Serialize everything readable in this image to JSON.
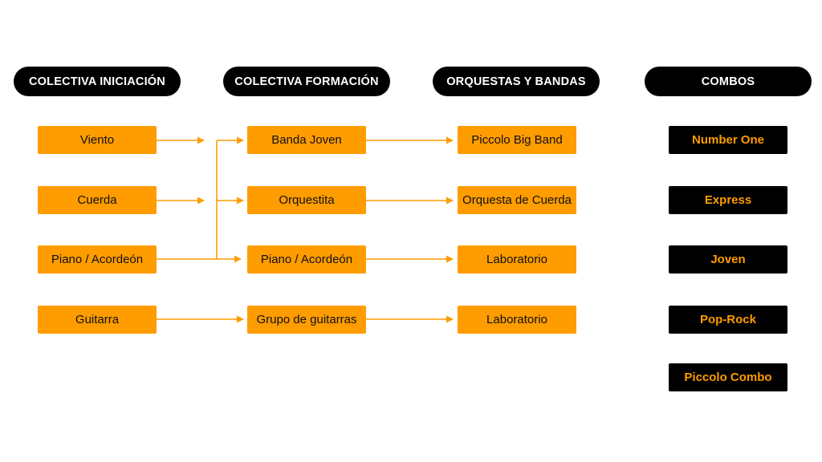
{
  "colors": {
    "accent": "#ff9c00",
    "header_bg": "#000000",
    "header_text": "#ffffff",
    "combo_text": "#ff9c00"
  },
  "headers": {
    "iniciacion": "COLECTIVA INICIACIÓN",
    "formacion": "COLECTIVA FORMACIÓN",
    "orquestas": "ORQUESTAS Y BANDAS",
    "combos": "COMBOS"
  },
  "iniciacion": [
    "Viento",
    "Cuerda",
    "Piano / Acordeón",
    "Guitarra"
  ],
  "formacion": [
    "Banda Joven",
    "Orquestita",
    "Piano / Acordeón",
    "Grupo de guitarras"
  ],
  "orquestas": [
    "Piccolo Big Band",
    "Orquesta de Cuerda",
    "Laboratorio",
    "Laboratorio"
  ],
  "combos": [
    "Number One",
    "Express",
    "Joven",
    "Pop-Rock",
    "Piccolo Combo"
  ]
}
